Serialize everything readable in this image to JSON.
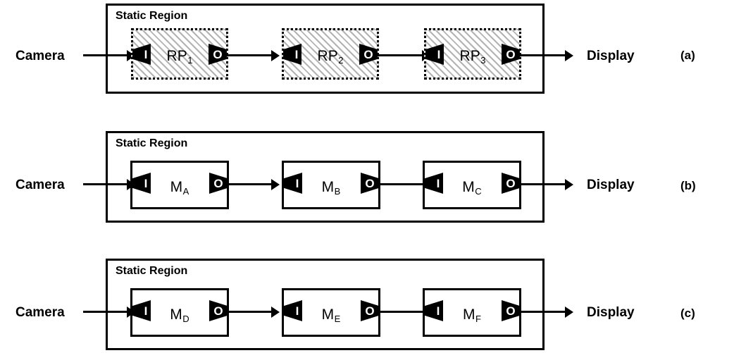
{
  "figure": {
    "panels": [
      {
        "letter": "(a)",
        "source_label": "Camera",
        "sink_label": "Display",
        "region_title": "Static Region",
        "block_style": "dotted-hatched",
        "blocks": [
          {
            "label": "RP",
            "subscript": "1",
            "in_port": "I",
            "out_port": "O"
          },
          {
            "label": "RP",
            "subscript": "2",
            "in_port": "I",
            "out_port": "O"
          },
          {
            "label": "RP",
            "subscript": "3",
            "in_port": "I",
            "out_port": "O"
          }
        ]
      },
      {
        "letter": "(b)",
        "source_label": "Camera",
        "sink_label": "Display",
        "region_title": "Static Region",
        "block_style": "solid",
        "blocks": [
          {
            "label": "M",
            "subscript": "A",
            "in_port": "I",
            "out_port": "O"
          },
          {
            "label": "M",
            "subscript": "B",
            "in_port": "I",
            "out_port": "O"
          },
          {
            "label": "M",
            "subscript": "C",
            "in_port": "I",
            "out_port": "O"
          }
        ]
      },
      {
        "letter": "(c)",
        "source_label": "Camera",
        "sink_label": "Display",
        "region_title": "Static Region",
        "block_style": "solid",
        "blocks": [
          {
            "label": "M",
            "subscript": "D",
            "in_port": "I",
            "out_port": "O"
          },
          {
            "label": "M",
            "subscript": "E",
            "in_port": "I",
            "out_port": "O"
          },
          {
            "label": "M",
            "subscript": "F",
            "in_port": "I",
            "out_port": "O"
          }
        ]
      }
    ]
  },
  "colors": {
    "stroke": "#000000",
    "background": "#ffffff",
    "hatch": "#b3b3b3"
  }
}
